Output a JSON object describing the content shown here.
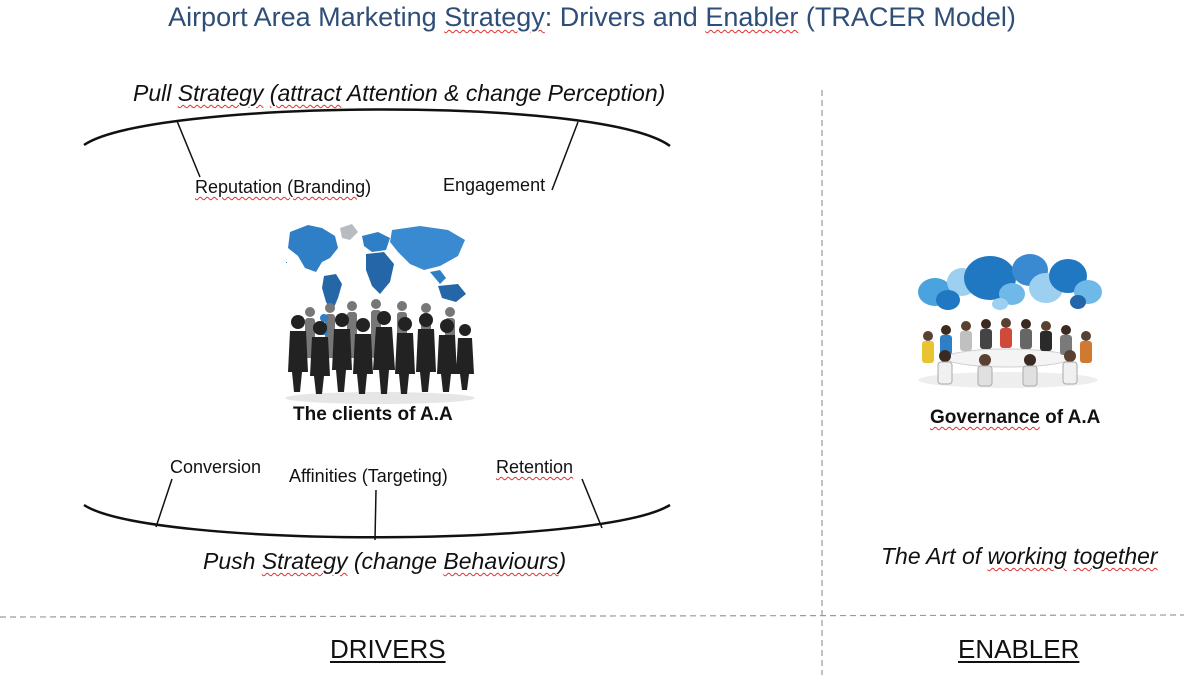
{
  "title": {
    "pre": "Airport Area Marketing ",
    "w1": "Strategy",
    "mid": ": Drivers and ",
    "w2": "Enabler",
    "post": " (TRACER Model)"
  },
  "pull": {
    "pre": "Pull ",
    "w1": "Strategy",
    "sp": " ",
    "w2": "(attract",
    "post": " Attention & change Perception)"
  },
  "labels": {
    "reputation": {
      "pre": "Reputation (",
      "w": "Branding",
      "post": ")"
    },
    "engagement": "Engagement",
    "conversion": "Conversion",
    "affinities": "Affinities (Targeting)",
    "retention": "Retention"
  },
  "clients": "The clients of A.A",
  "governance": {
    "w": "Governance",
    "post": " of A.A"
  },
  "push": {
    "pre": "Push ",
    "w1": "Strategy",
    "mid": " (change ",
    "w2": "Behaviours",
    "post": ")"
  },
  "art": {
    "pre": "The Art of ",
    "w1": "working",
    "sp": " ",
    "w2": "together"
  },
  "footer": {
    "drivers": "DRIVERS",
    "enabler": "ENABLER"
  },
  "colors": {
    "title": "#2e4e78",
    "map_blue": "#2f7fc6",
    "squiggle": "#e03030",
    "divider": "#9a9a9a"
  },
  "icons": [
    "world-map-illustration",
    "crowd-silhouettes-illustration",
    "speech-bubbles-illustration",
    "meeting-group-illustration"
  ]
}
